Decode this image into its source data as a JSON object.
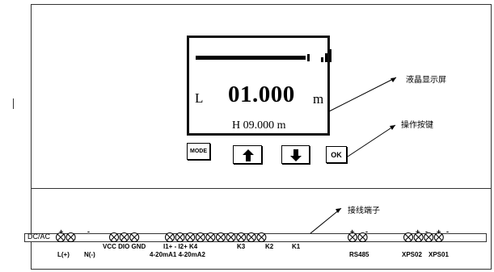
{
  "display": {
    "level_letter": "L",
    "main_value": "01.000",
    "main_unit": "m",
    "sub_line": "H  09.000  m"
  },
  "buttons": {
    "mode_label": "MODE",
    "up_icon": "up-arrow-icon",
    "down_icon": "down-arrow-icon",
    "ok_label": "OK"
  },
  "callouts": {
    "lcd_screen": "液晶显示屏",
    "buttons": "操作按键",
    "terminals": "接线端子"
  },
  "terminals": {
    "power_label": "DC/AC",
    "plus": "+",
    "minus": "-",
    "labels": [
      "L(+)",
      "N(-)",
      "VCC DIO GND",
      "I1+  -  I2+  K4",
      "4-20mA1  4-20mA2",
      "K3",
      "K2",
      "K1",
      "RS485",
      "XPS02",
      "XPS01"
    ]
  }
}
